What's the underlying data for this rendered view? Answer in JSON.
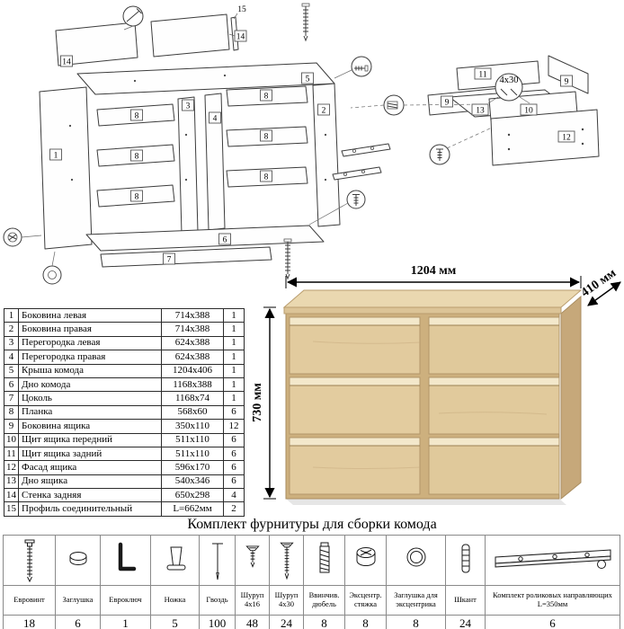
{
  "labels": {
    "p1": "1",
    "p2": "2",
    "p3": "3",
    "p4": "4",
    "p5": "5",
    "p6": "6",
    "p7": "7",
    "p8": "8",
    "p9": "9",
    "p10": "10",
    "p11": "11",
    "p12": "12",
    "p13": "13",
    "p14": "14",
    "p15": "15",
    "screw": "4x30"
  },
  "dims": {
    "width": "1204 мм",
    "depth": "410 мм",
    "height": "730 мм"
  },
  "product": {
    "wood_color": "#d9c094"
  },
  "parts": {
    "rows": [
      {
        "num": "1",
        "name": "Боковина левая",
        "size": "714x388",
        "qty": "1"
      },
      {
        "num": "2",
        "name": "Боковина правая",
        "size": "714x388",
        "qty": "1"
      },
      {
        "num": "3",
        "name": "Перегородка левая",
        "size": "624x388",
        "qty": "1"
      },
      {
        "num": "4",
        "name": "Перегородка правая",
        "size": "624x388",
        "qty": "1"
      },
      {
        "num": "5",
        "name": "Крыша комода",
        "size": "1204x406",
        "qty": "1"
      },
      {
        "num": "6",
        "name": "Дно комода",
        "size": "1168x388",
        "qty": "1"
      },
      {
        "num": "7",
        "name": "Цоколь",
        "size": "1168x74",
        "qty": "1"
      },
      {
        "num": "8",
        "name": "Планка",
        "size": "568x60",
        "qty": "6"
      },
      {
        "num": "9",
        "name": "Боковина ящика",
        "size": "350x110",
        "qty": "12"
      },
      {
        "num": "10",
        "name": "Щит ящика передний",
        "size": "511x110",
        "qty": "6"
      },
      {
        "num": "11",
        "name": "Щит ящика задний",
        "size": "511x110",
        "qty": "6"
      },
      {
        "num": "12",
        "name": "Фасад ящика",
        "size": "596x170",
        "qty": "6"
      },
      {
        "num": "13",
        "name": "Дно ящика",
        "size": "540x346",
        "qty": "6"
      },
      {
        "num": "14",
        "name": "Стенка задняя",
        "size": "650x298",
        "qty": "4"
      },
      {
        "num": "15",
        "name": "Профиль соединительный",
        "size": "L=662мм",
        "qty": "2"
      }
    ]
  },
  "hardware": {
    "title": "Комплект фурнитуры для сборки комода",
    "items": [
      {
        "label": "Евровинт",
        "qty": "18",
        "icon": "confirmat-screw"
      },
      {
        "label": "Заглушка",
        "qty": "6",
        "icon": "screw-cap"
      },
      {
        "label": "Евроключ",
        "qty": "1",
        "icon": "hex-key"
      },
      {
        "label": "Ножка",
        "qty": "5",
        "icon": "furniture-leg"
      },
      {
        "label": "Гвоздь",
        "qty": "100",
        "icon": "nail"
      },
      {
        "label": "Шуруп 4x16",
        "qty": "48",
        "icon": "screw-4x16"
      },
      {
        "label": "Шуруп 4x30",
        "qty": "24",
        "icon": "screw-4x30"
      },
      {
        "label": "Ввинчив. дюбель",
        "qty": "8",
        "icon": "screw-in-dowel"
      },
      {
        "label": "Эксцентр. стяжка",
        "qty": "8",
        "icon": "cam-lock"
      },
      {
        "label": "Заглушка для эксцентрика",
        "qty": "8",
        "icon": "cam-cap"
      },
      {
        "label": "Шкант",
        "qty": "24",
        "icon": "wooden-dowel"
      },
      {
        "label": "Комплект роликовых направляющих L=350мм",
        "qty": "6",
        "icon": "roller-guides"
      }
    ]
  }
}
